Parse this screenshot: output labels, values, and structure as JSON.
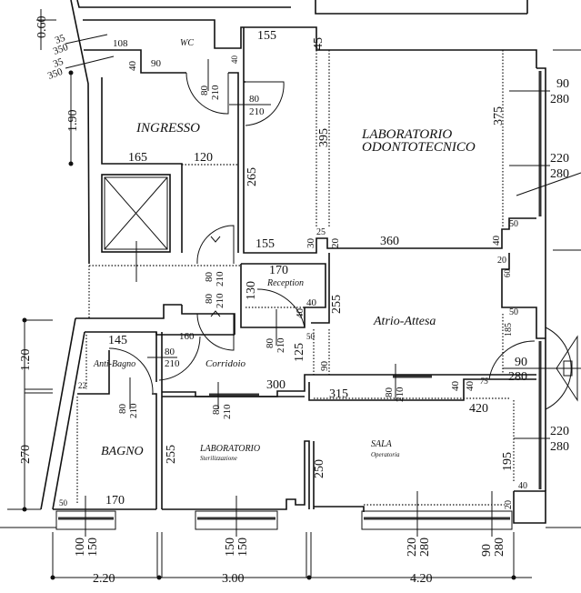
{
  "rooms": {
    "wc": "WC",
    "ingresso": "INGRESSO",
    "lab_odonto_1": "LABORATORIO",
    "lab_odonto_2": "ODONTOTECNICO",
    "reception": "Reception",
    "atrio": "Atrio-Attesa",
    "anti_bagno": "Anti-Bagno",
    "corridoio": "Corridoio",
    "bagno": "BAGNO",
    "lab_steril_1": "LABORATORIO",
    "lab_steril_2": "Sterilizzazione",
    "sala_1": "SALA",
    "sala_2": "Operatoria"
  },
  "dims": {
    "d108": "108",
    "d90": "90",
    "d155a": "155",
    "d165": "165",
    "d120": "120",
    "d155b": "155",
    "d360": "360",
    "d170a": "170",
    "d40a": "40",
    "d145": "145",
    "d160": "160",
    "d300": "300",
    "d315": "315",
    "d420": "420",
    "d170b": "170",
    "d50a": "50",
    "d22": "22",
    "d50b": "50",
    "d50c": "50",
    "d40b": "40",
    "d20a": "20",
    "d50d": "50",
    "d75": "75",
    "d25": "25",
    "d40c": "40",
    "d40d": "40",
    "d45": "45",
    "d395": "395",
    "d375": "375",
    "d265": "265",
    "d30": "30",
    "d20b": "20",
    "d40e": "40",
    "d60": "60",
    "d130": "130",
    "d40f": "40",
    "d255a": "255",
    "d125": "125",
    "d90b": "90",
    "d185": "185",
    "d40g": "40",
    "d40h": "40",
    "d255b": "255",
    "d250": "250",
    "d195": "195",
    "d20c": "20",
    "s35a": "35",
    "s350a": "350",
    "s35b": "35",
    "s350b": "350"
  },
  "overall": {
    "top_060": "0.60",
    "left_190": "1.90",
    "left_120": "1.20",
    "left_270": "270",
    "bottom_220": "2.20",
    "bottom_300": "3.00",
    "bottom_420": "4.20"
  },
  "openings": [
    {
      "w": "80",
      "h": "210"
    },
    {
      "w": "80",
      "h": "210"
    },
    {
      "w": "80",
      "h": "210"
    },
    {
      "w": "80",
      "h": "210"
    },
    {
      "w": "80",
      "h": "210"
    },
    {
      "w": "80",
      "h": "210"
    },
    {
      "w": "80",
      "h": "210"
    },
    {
      "w": "80",
      "h": "210"
    },
    {
      "w": "80",
      "h": "210"
    }
  ],
  "windows": [
    {
      "w": "90",
      "h": "280"
    },
    {
      "w": "220",
      "h": "280"
    },
    {
      "w": "90",
      "h": "280"
    },
    {
      "w": "220",
      "h": "280"
    },
    {
      "w": "100",
      "h": "150"
    },
    {
      "w": "150",
      "h": "150"
    },
    {
      "w": "220",
      "h": "280"
    },
    {
      "w": "90",
      "h": "280"
    }
  ]
}
